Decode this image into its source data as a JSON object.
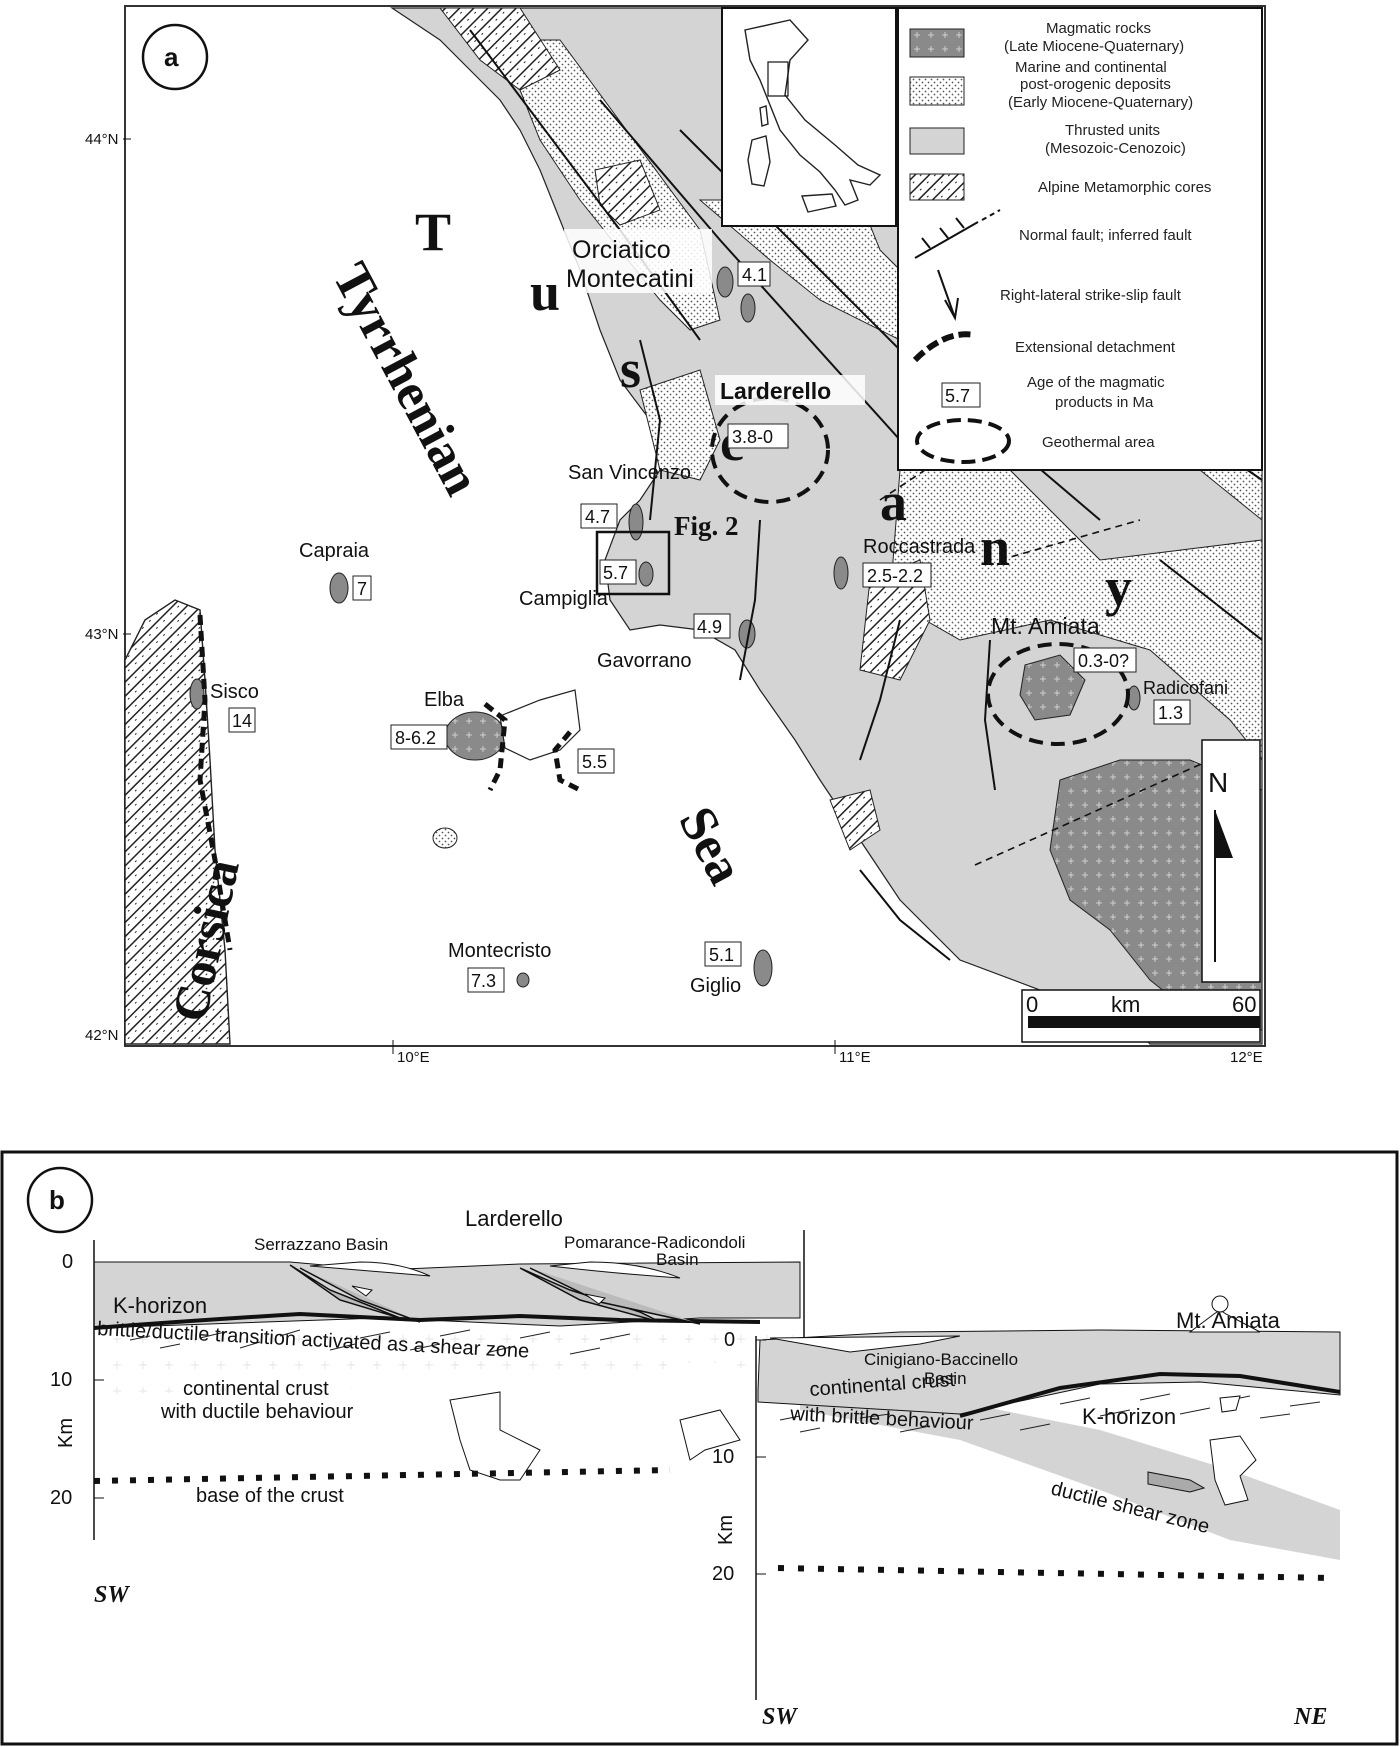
{
  "panel_a": {
    "badge": "a",
    "lat_ticks": [
      {
        "label": "44°N",
        "value": 44
      },
      {
        "label": "43°N",
        "value": 43
      },
      {
        "label": "42°N",
        "value": 42
      }
    ],
    "lon_ticks": [
      {
        "label": "10°E",
        "value": 10
      },
      {
        "label": "11°E",
        "value": 11
      },
      {
        "label": "12°E",
        "value": 12
      }
    ],
    "region_labels": {
      "tyrrhenian": "Tyrrhenian",
      "sea": "Sea",
      "corsica": "Corsica",
      "tuscany": [
        "T",
        "u",
        "s",
        "c",
        "a",
        "n",
        "y"
      ]
    },
    "places": [
      {
        "name": "Orciatico",
        "id": "orciatico"
      },
      {
        "name": "Montecatini",
        "id": "montecatini"
      },
      {
        "name": "Larderello",
        "id": "larderello"
      },
      {
        "name": "San Vincenzo",
        "id": "san-vincenzo"
      },
      {
        "name": "Capraia",
        "id": "capraia"
      },
      {
        "name": "Campiglia",
        "id": "campiglia"
      },
      {
        "name": "Roccastrada",
        "id": "roccastrada"
      },
      {
        "name": "Gavorrano",
        "id": "gavorrano"
      },
      {
        "name": "Mt. Amiata",
        "id": "mt-amiata"
      },
      {
        "name": "Radicofani",
        "id": "radicofani"
      },
      {
        "name": "Sisco",
        "id": "sisco"
      },
      {
        "name": "Elba",
        "id": "elba"
      },
      {
        "name": "Montecristo",
        "id": "montecristo"
      },
      {
        "name": "Giglio",
        "id": "giglio"
      }
    ],
    "ages": [
      {
        "value": "4.1",
        "id": "age-montecatini"
      },
      {
        "value": "3.8-0",
        "id": "age-larderello"
      },
      {
        "value": "4.7",
        "id": "age-san-vincenzo"
      },
      {
        "value": "5.7",
        "id": "age-campiglia"
      },
      {
        "value": "7",
        "id": "age-capraia"
      },
      {
        "value": "2.5-2.2",
        "id": "age-roccastrada"
      },
      {
        "value": "4.9",
        "id": "age-gavorrano"
      },
      {
        "value": "0.3-0?",
        "id": "age-amiata"
      },
      {
        "value": "1.3",
        "id": "age-radicofani"
      },
      {
        "value": "14",
        "id": "age-sisco"
      },
      {
        "value": "8-6.2",
        "id": "age-elba"
      },
      {
        "value": "5.5",
        "id": "age-elba-east"
      },
      {
        "value": "7.3",
        "id": "age-montecristo"
      },
      {
        "value": "5.1",
        "id": "age-giglio"
      }
    ],
    "fig2_label": "Fig. 2",
    "north_label": "N",
    "scale": {
      "start": "0",
      "unit": "km",
      "end": "60"
    },
    "legend": [
      {
        "id": "magmatic",
        "lines": [
          "Magmatic rocks",
          "(Late Miocene-Quaternary)"
        ]
      },
      {
        "id": "postorogenic",
        "lines": [
          "Marine and continental",
          "post-orogenic deposits",
          "(Early Miocene-Quaternary)"
        ]
      },
      {
        "id": "thrusted",
        "lines": [
          "Thrusted units",
          "(Mesozoic-Cenozoic)"
        ]
      },
      {
        "id": "metamorphic",
        "lines": [
          "Alpine Metamorphic cores"
        ]
      },
      {
        "id": "normal-fault",
        "lines": [
          "Normal fault; inferred fault"
        ]
      },
      {
        "id": "strike-slip",
        "lines": [
          "Right-lateral strike-slip fault"
        ]
      },
      {
        "id": "detachment",
        "lines": [
          "Extensional detachment"
        ]
      },
      {
        "id": "age",
        "lines": [
          "Age of  the magmatic",
          "products in Ma"
        ],
        "sample": "5.7"
      },
      {
        "id": "geothermal",
        "lines": [
          "Geothermal area"
        ]
      }
    ]
  },
  "panel_b": {
    "badge": "b",
    "left_section": {
      "title": "Larderello",
      "basin_left": "Serrazzano Basin",
      "basin_right": [
        "Pomarance-Radicondoli",
        "Basin"
      ],
      "k_horizon": "K-horizon",
      "transition": "brittle/ductile transition activated as a shear zone",
      "crust": [
        "continental crust",
        "with ductile behaviour"
      ],
      "base": "base of the crust",
      "depth_ticks": [
        "0",
        "10",
        "20"
      ],
      "axis_label": "Km",
      "dir": "SW"
    },
    "right_section": {
      "title": "Mt. Amiata",
      "basin": [
        "Cinigiano-Baccinello",
        "Basin"
      ],
      "crust": [
        "continental crust",
        "with brittle behaviour"
      ],
      "k_horizon": "K-horizon",
      "shear": "ductile shear zone",
      "depth_ticks": [
        "0",
        "10",
        "20"
      ],
      "axis_label": "Km",
      "dir_left": "SW",
      "dir_right": "NE"
    }
  }
}
